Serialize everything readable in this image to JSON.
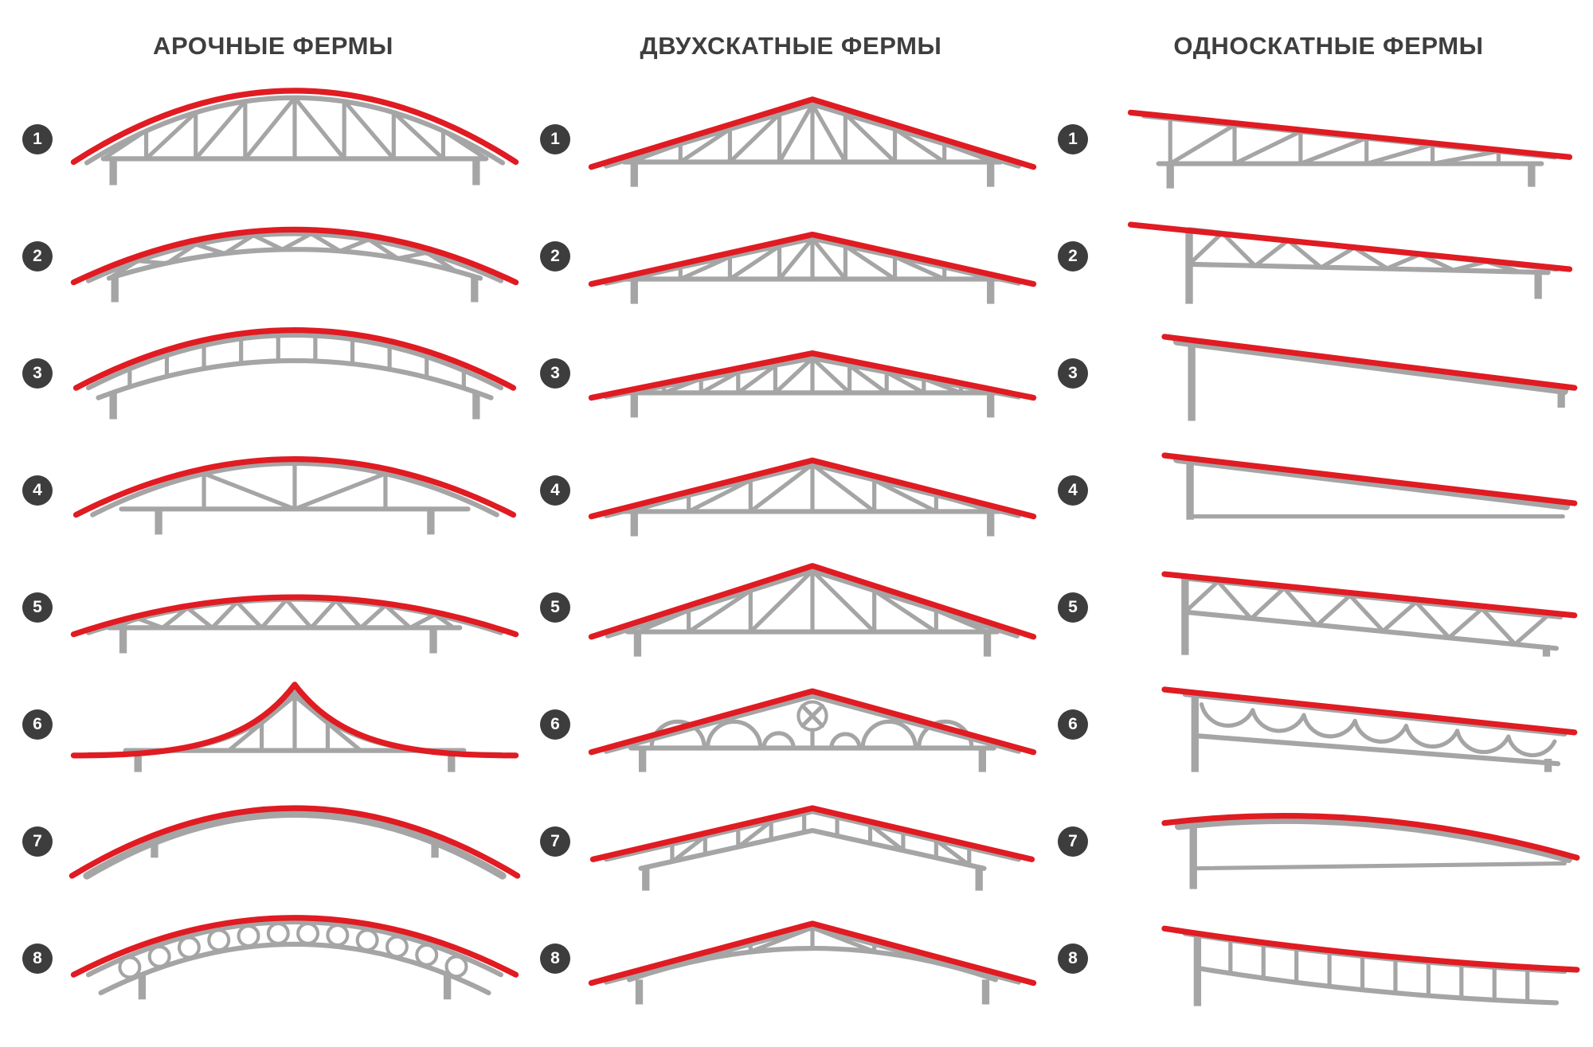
{
  "colors": {
    "roof_accent_red": "#e01b22",
    "truss_gray": "#a5a5a5",
    "badge_background": "#3d3d3d",
    "badge_text": "#ffffff",
    "title_text": "#3e3e3e",
    "page_background": "#ffffff"
  },
  "columns": [
    {
      "title": "АРОЧНЫЕ ФЕРМЫ",
      "items": [
        {
          "num": "1",
          "icon": "arched-truss-diagonal-web"
        },
        {
          "num": "2",
          "icon": "arched-lens-truss-zigzag-web"
        },
        {
          "num": "3",
          "icon": "crescent-truss-vertical-posts"
        },
        {
          "num": "4",
          "icon": "arched-truss-sparse-web"
        },
        {
          "num": "5",
          "icon": "shallow-arched-truss-zigzag-web"
        },
        {
          "num": "6",
          "icon": "ogee-peak-truss"
        },
        {
          "num": "7",
          "icon": "plain-arch-beam"
        },
        {
          "num": "8",
          "icon": "arched-truss-circle-web"
        }
      ]
    },
    {
      "title": "ДВУХСКАТНЫЕ ФЕРМЫ",
      "items": [
        {
          "num": "1",
          "icon": "gable-truss-fan-web"
        },
        {
          "num": "2",
          "icon": "shallow-gable-truss-fan-web"
        },
        {
          "num": "3",
          "icon": "low-gable-truss-dense-web"
        },
        {
          "num": "4",
          "icon": "gable-truss-vertical-diagonal-web"
        },
        {
          "num": "5",
          "icon": "steep-gable-truss"
        },
        {
          "num": "6",
          "icon": "decorative-gable-truss-wheel-and-scallops"
        },
        {
          "num": "7",
          "icon": "parallel-chord-gable-truss"
        },
        {
          "num": "8",
          "icon": "gable-truss-curved-bottom-chord"
        }
      ]
    },
    {
      "title": "ОДНОСКАТНЫЕ ФЕРМЫ",
      "items": [
        {
          "num": "1",
          "icon": "mono-pitch-truss-diagonal-web"
        },
        {
          "num": "2",
          "icon": "tapered-mono-pitch-truss-zigzag-web"
        },
        {
          "num": "3",
          "icon": "mono-pitch-beam-with-post"
        },
        {
          "num": "4",
          "icon": "mono-pitch-wedge-with-tie"
        },
        {
          "num": "5",
          "icon": "parallel-chord-mono-pitch-zigzag-web"
        },
        {
          "num": "6",
          "icon": "mono-pitch-truss-scallop-web"
        },
        {
          "num": "7",
          "icon": "curved-mono-pitch-beam-with-tie"
        },
        {
          "num": "8",
          "icon": "curved-mono-pitch-ladder-web"
        }
      ]
    }
  ]
}
